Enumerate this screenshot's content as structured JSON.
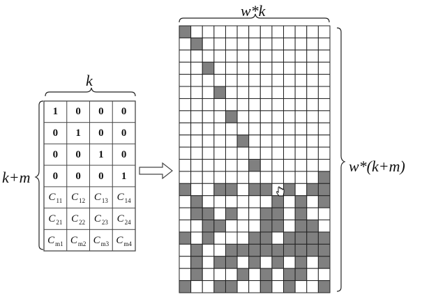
{
  "labels": {
    "k": "k",
    "wk": "w*k",
    "km": "k+m",
    "wkm": "w*(k+m)"
  },
  "small_matrix": {
    "rows": [
      [
        {
          "t": "1"
        },
        {
          "t": "0"
        },
        {
          "t": "0"
        },
        {
          "t": "0"
        }
      ],
      [
        {
          "t": "0"
        },
        {
          "t": "1"
        },
        {
          "t": "0"
        },
        {
          "t": "0"
        }
      ],
      [
        {
          "t": "0"
        },
        {
          "t": "0"
        },
        {
          "t": "1"
        },
        {
          "t": "0"
        }
      ],
      [
        {
          "t": "0"
        },
        {
          "t": "0"
        },
        {
          "t": "0"
        },
        {
          "t": "1"
        }
      ],
      [
        {
          "t": "C",
          "s": "11"
        },
        {
          "t": "C",
          "s": "12"
        },
        {
          "t": "C",
          "s": "13"
        },
        {
          "t": "C",
          "s": "14"
        }
      ],
      [
        {
          "t": "C",
          "s": "21"
        },
        {
          "t": "C",
          "s": "22"
        },
        {
          "t": "C",
          "s": "23"
        },
        {
          "t": "C",
          "s": "24"
        }
      ],
      [
        {
          "t": "C",
          "s": "m1"
        },
        {
          "t": "C",
          "s": "m2"
        },
        {
          "t": "C",
          "s": "m3"
        },
        {
          "t": "C",
          "s": "m4"
        }
      ]
    ]
  },
  "bit_matrix": {
    "rows": [
      "1000000000000",
      "0100000000000",
      "0000000000000",
      "0010000000000",
      "0000000000000",
      "0001000000000",
      "0000000000000",
      "0000100000000",
      "0000000000000",
      "0000010000000",
      "0000000000000",
      "0000001000000",
      "0000000000001",
      "1001101101011",
      "0100000010101",
      "0110100110100",
      "0011000110110",
      "1010001101111",
      "0100111111111",
      "0101101010101",
      "0100010101100",
      "1001100101001"
    ],
    "fill_color": "#808080",
    "empty_color": "#ffffff",
    "line_color": "#222222"
  },
  "colors": {
    "line": "#222222",
    "text": "#111111"
  }
}
